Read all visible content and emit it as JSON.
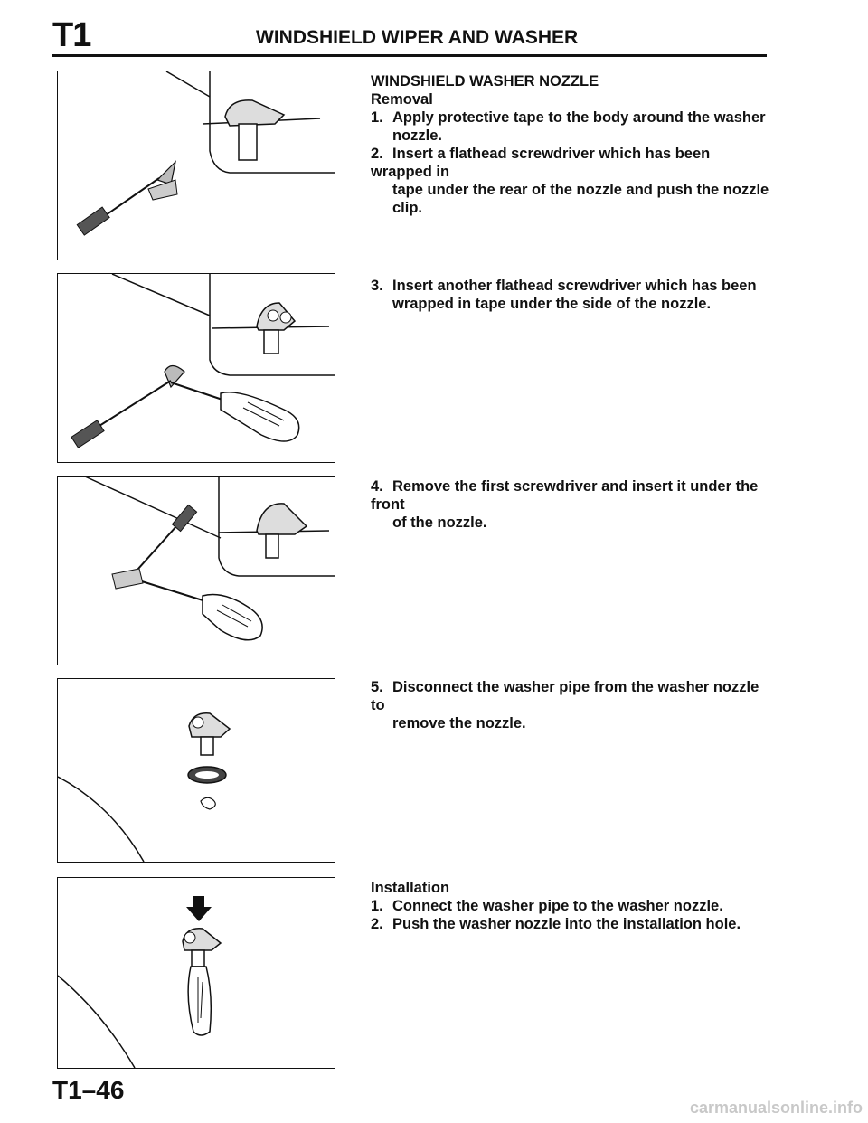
{
  "header": {
    "section_code": "T1",
    "title": "WINDSHIELD WIPER AND WASHER"
  },
  "block1": {
    "heading": "WINDSHIELD WASHER NOZZLE",
    "subheading": "Removal",
    "steps": [
      {
        "num": "1.",
        "text": "Apply protective tape to the body around the washer",
        "cont": "nozzle."
      },
      {
        "num": "2.",
        "text": "Insert a flathead screwdriver which has been wrapped in",
        "cont": "tape under the rear of the nozzle and push the nozzle",
        "cont2": "clip."
      }
    ]
  },
  "block2": {
    "num": "3.",
    "text": "Insert another flathead screwdriver which has been",
    "cont": "wrapped in tape under the side of the nozzle."
  },
  "block3": {
    "num": "4.",
    "text": "Remove the first screwdriver and insert it under the front",
    "cont": "of the nozzle."
  },
  "block4": {
    "num": "5.",
    "text": "Disconnect the washer pipe from the washer nozzle to",
    "cont": "remove the nozzle."
  },
  "block5": {
    "subheading": "Installation",
    "steps": [
      {
        "num": "1.",
        "text": "Connect the washer pipe to the washer nozzle."
      },
      {
        "num": "2.",
        "text": "Push the washer nozzle into the installation hole."
      }
    ]
  },
  "footer": {
    "page_number": "T1–46",
    "watermark": "carmanualsonline.info"
  }
}
